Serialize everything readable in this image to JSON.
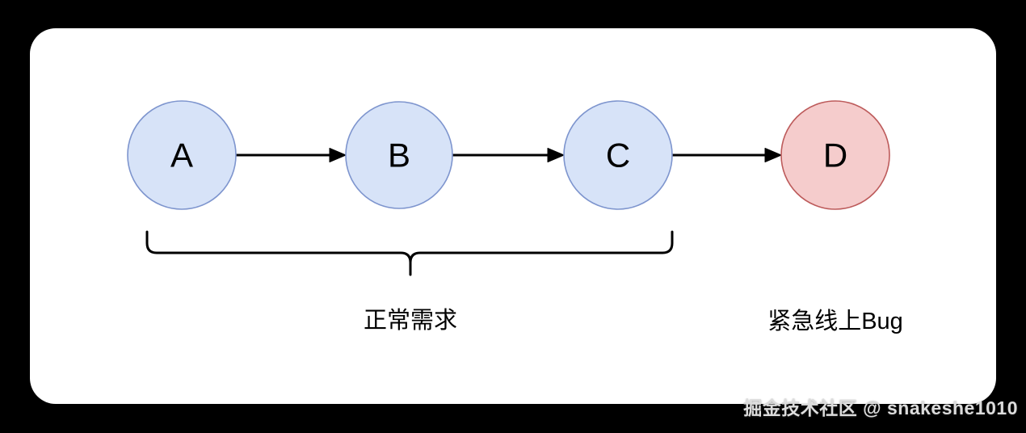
{
  "page": {
    "background": "#000000"
  },
  "card": {
    "background": "#ffffff"
  },
  "diagram": {
    "nodes": [
      {
        "id": "A",
        "label": "A",
        "fill": "#d7e3f8",
        "stroke": "#7e95ce",
        "kind": "normal"
      },
      {
        "id": "B",
        "label": "B",
        "fill": "#d7e3f8",
        "stroke": "#7e95ce",
        "kind": "normal"
      },
      {
        "id": "C",
        "label": "C",
        "fill": "#d7e3f8",
        "stroke": "#7e95ce",
        "kind": "normal"
      },
      {
        "id": "D",
        "label": "D",
        "fill": "#f5cccc",
        "stroke": "#bd5b5b",
        "kind": "urgent"
      }
    ],
    "edges": [
      {
        "from": "A",
        "to": "B"
      },
      {
        "from": "B",
        "to": "C"
      },
      {
        "from": "C",
        "to": "D"
      }
    ],
    "annotations": [
      {
        "label": "正常需求",
        "applies_to": "A,B,C"
      },
      {
        "label": "紧急线上Bug",
        "applies_to": "D"
      }
    ]
  },
  "watermark": {
    "text": "掘金技术社区 @ snakeshe1010",
    "color": "#dcdcdc"
  }
}
